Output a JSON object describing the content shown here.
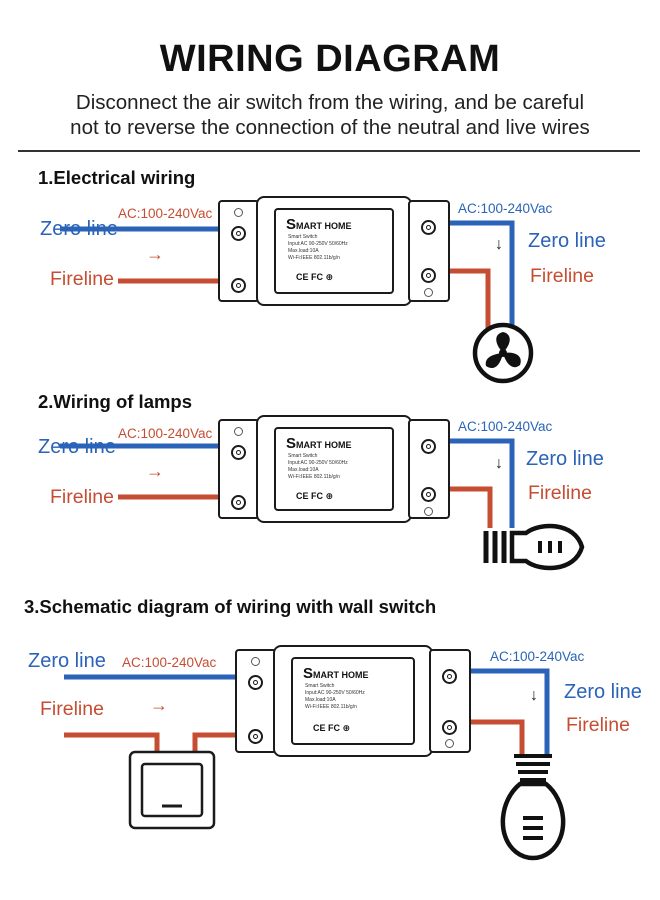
{
  "title": "WIRING DIAGRAM",
  "subtitle": {
    "line1": "Disconnect the air switch from the wiring, and be careful",
    "line2": "not to reverse the connection of the neutral and live wires"
  },
  "colors": {
    "neutral": "#2a63b8",
    "live": "#c64d32",
    "outline": "#1b1b1b"
  },
  "module_text": {
    "brand_initial": "S",
    "brand_rest": "MART HOME",
    "line1": "Smart Switch",
    "line2": "Input:AC 90-250V 50/60Hz",
    "line3": "Max.load:10A",
    "line4": "Wi-Fi:IEEE 802.11b/g/n",
    "certs": "CE FC ⊕"
  },
  "sections": [
    {
      "title": "1.Electrical wiring",
      "zero_label": "Zero line",
      "fire_label": "Fireline",
      "ac_in": "AC:100-240Vac",
      "ac_out": "AC:100-240Vac",
      "out_zero": "Zero line",
      "out_fire": "Fireline",
      "load_icon": "fan-icon"
    },
    {
      "title": "2.Wiring of lamps",
      "zero_label": "Zero line",
      "fire_label": "Fireline",
      "ac_in": "AC:100-240Vac",
      "ac_out": "AC:100-240Vac",
      "out_zero": "Zero line",
      "out_fire": "Fireline",
      "load_icon": "bulb-icon"
    },
    {
      "title": "3.Schematic diagram of wiring with wall switch",
      "zero_label": "Zero line",
      "fire_label": "Fireline",
      "ac_in": "AC:100-240Vac",
      "ac_out": "AC:100-240Vac",
      "out_zero": "Zero line",
      "out_fire": "Fireline",
      "load_icon": "hanging-bulb-icon",
      "switch_icon": "wall-switch-icon"
    }
  ]
}
